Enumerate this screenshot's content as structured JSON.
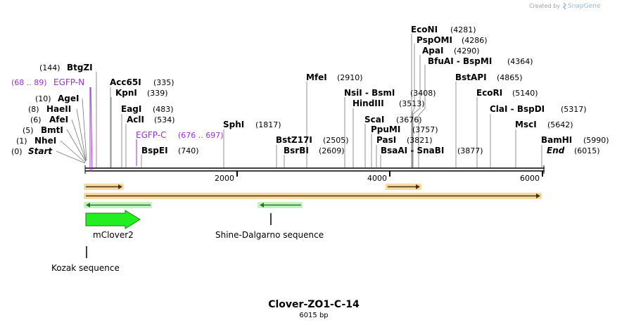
{
  "brand": {
    "created_by": "Created by",
    "name": "SnapGene"
  },
  "plasmid": {
    "name": "Clover-ZO1-C-14",
    "size_label": "6015 bp",
    "length": 6015
  },
  "colors": {
    "backbone": "#000000",
    "enzyme_text": "#000000",
    "feature_purple": "#9933cc",
    "orange_fill": "#f5a61a",
    "orange_stroke": "#4a3300",
    "green_fill": "#22ee22",
    "green_stroke": "#1e7a1e"
  },
  "axis": {
    "ticks": [
      {
        "value": 2000,
        "label": "2000"
      },
      {
        "value": 4000,
        "label": "4000"
      },
      {
        "value": 6000,
        "label": "6000"
      }
    ]
  },
  "enzymes": [
    {
      "name": "Start",
      "position": "(0)",
      "site": 0,
      "italic": true
    },
    {
      "name": "NheI",
      "position": "(1)",
      "site": 1
    },
    {
      "name": "BmtI",
      "position": "(5)",
      "site": 5
    },
    {
      "name": "AfeI",
      "position": "(6)",
      "site": 6
    },
    {
      "name": "HaeII",
      "position": "(8)",
      "site": 8
    },
    {
      "name": "AgeI",
      "position": "(10)",
      "site": 10
    },
    {
      "name": "BtgZI",
      "position": "(144)",
      "site": 144
    },
    {
      "name": "Acc65I",
      "position": "(335)",
      "site": 335
    },
    {
      "name": "KpnI",
      "position": "(339)",
      "site": 339
    },
    {
      "name": "EagI",
      "position": "(483)",
      "site": 483
    },
    {
      "name": "AclI",
      "position": "(534)",
      "site": 534
    },
    {
      "name": "BspEI",
      "position": "(740)",
      "site": 740
    },
    {
      "name": "SphI",
      "position": "(1817)",
      "site": 1817
    },
    {
      "name": "BstZ17I",
      "position": "(2505)",
      "site": 2505
    },
    {
      "name": "BsrBI",
      "position": "(2609)",
      "site": 2609
    },
    {
      "name": "MfeI",
      "position": "(2910)",
      "site": 2910
    },
    {
      "name": "NsiI - BsmI",
      "position": "(3408)",
      "site": 3408
    },
    {
      "name": "HindIII",
      "position": "(3513)",
      "site": 3513
    },
    {
      "name": "ScaI",
      "position": "(3676)",
      "site": 3676
    },
    {
      "name": "PpuMI",
      "position": "(3757)",
      "site": 3757
    },
    {
      "name": "PasI",
      "position": "(3821)",
      "site": 3821
    },
    {
      "name": "BsaAI - SnaBI",
      "position": "(3877)",
      "site": 3877
    },
    {
      "name": "EcoNI",
      "position": "(4281)",
      "site": 4281
    },
    {
      "name": "PspOMI",
      "position": "(4286)",
      "site": 4286
    },
    {
      "name": "ApaI",
      "position": "(4290)",
      "site": 4290
    },
    {
      "name": "BfuAI - BspMI",
      "position": "(4364)",
      "site": 4364
    },
    {
      "name": "BstAPI",
      "position": "(4865)",
      "site": 4865
    },
    {
      "name": "EcoRI",
      "position": "(5140)",
      "site": 5140
    },
    {
      "name": "ClaI - BspDI",
      "position": "(5317)",
      "site": 5317
    },
    {
      "name": "MscI",
      "position": "(5642)",
      "site": 5642
    },
    {
      "name": "BamHI",
      "position": "(5990)",
      "site": 5990
    },
    {
      "name": "End",
      "position": "(6015)",
      "site": 6015,
      "italic": true
    }
  ],
  "primer_sites": [
    {
      "name": "EGFP-N",
      "position": "(68 .. 89)"
    },
    {
      "name": "EGFP-C",
      "position": "(676 .. 697)"
    }
  ],
  "features": [
    {
      "name": "mClover2",
      "kind": "cds",
      "start": 0,
      "end": 720,
      "direction": "forward"
    },
    {
      "name": "Shine-Dalgarno sequence",
      "kind": "site",
      "start": 2440,
      "end": 2450
    },
    {
      "name": "Kozak sequence",
      "kind": "site",
      "start": 0,
      "end": 10
    }
  ]
}
